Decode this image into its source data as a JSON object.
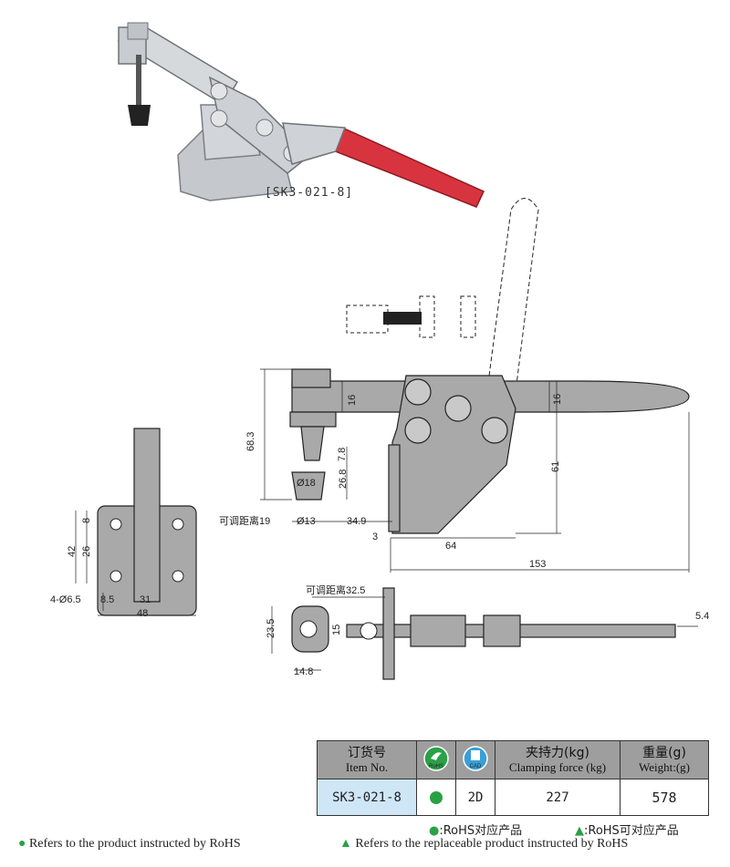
{
  "product_caption": "[SK3-021-8]",
  "drawing": {
    "side_view": {
      "dim_68_3": "68.3",
      "dim_16_a": "16",
      "dim_16_b": "16",
      "dim_7_8": "7.8",
      "dim_26_8": "26.8",
      "dim_61": "61",
      "dim_d18": "Ø18",
      "dim_d13": "Ø13",
      "dim_34_9": "34.9",
      "adjust_label": "可调距离19",
      "dim_3": "3",
      "dim_64": "64",
      "dim_153": "153"
    },
    "front_view": {
      "dim_8": "8",
      "dim_42": "42",
      "dim_26": "26",
      "hole_label": "4-Ø6.5",
      "dim_8_5": "8.5",
      "dim_31": "31",
      "dim_48": "48"
    },
    "top_view": {
      "adjust_label": "可调距离32.5",
      "dim_23_5": "23.5",
      "dim_15": "15",
      "dim_14_8": "14.8",
      "dim_5_4": "5.4"
    }
  },
  "table": {
    "headers": {
      "item_cn": "订货号",
      "item_en": "Item No.",
      "rohs_icon": "RoHS",
      "cad_icon": "CAD",
      "force_cn": "夹持力(kg)",
      "force_en": "Clamping force (kg)",
      "weight_cn": "重量(g)",
      "weight_en": "Weight:(g)"
    },
    "row": {
      "item_no": "SK3-021-8",
      "cad": "2D",
      "clamping_force": "227",
      "weight": "578"
    }
  },
  "legend": {
    "rohs_dot": ":RoHS对应产品",
    "rohs_triangle": ":RoHS可对应产品"
  },
  "footer": {
    "dot_note": "Refers to the product instructed by RoHS",
    "triangle_note": "Refers to the replaceable product instructed by RoHS"
  },
  "colors": {
    "handle_red": "#d8343f",
    "steel": "#b9bcc0",
    "drawing_fill": "#a9a9a9",
    "rohs_green": "#2aa146",
    "header_gray": "#9e9e9e",
    "item_blue": "#cfe6f7"
  }
}
